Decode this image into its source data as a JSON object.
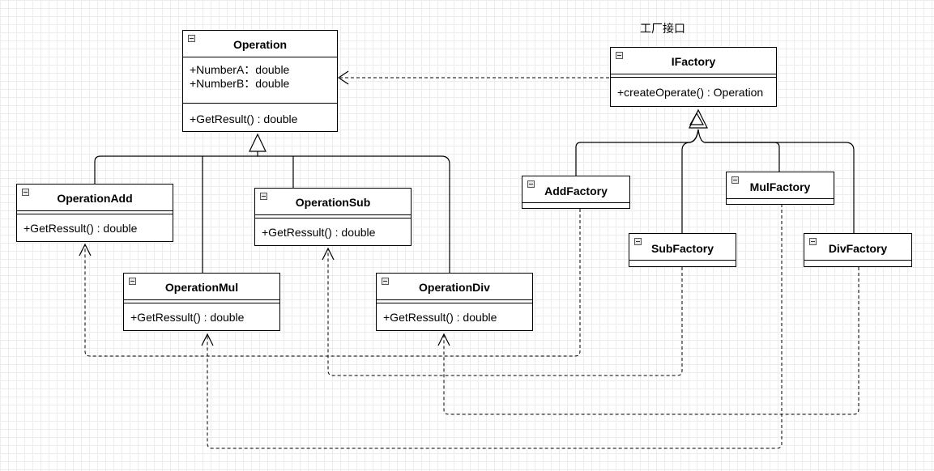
{
  "annotation": "工厂接口",
  "operation": {
    "name": "Operation",
    "attributes": [
      "+NumberA：double",
      "+NumberB：double"
    ],
    "methods": [
      "+GetResult() : double"
    ]
  },
  "operation_add": {
    "name": "OperationAdd",
    "method": "+GetRessult() : double"
  },
  "operation_sub": {
    "name": "OperationSub",
    "method": "+GetRessult() : double"
  },
  "operation_mul": {
    "name": "OperationMul",
    "method": "+GetRessult() : double"
  },
  "operation_div": {
    "name": "OperationDiv",
    "method": "+GetRessult() : double"
  },
  "ifactory": {
    "name": "IFactory",
    "method": "+createOperate() : Operation"
  },
  "add_factory": {
    "name": "AddFactory"
  },
  "sub_factory": {
    "name": "SubFactory"
  },
  "mul_factory": {
    "name": "MulFactory"
  },
  "div_factory": {
    "name": "DivFactory"
  }
}
